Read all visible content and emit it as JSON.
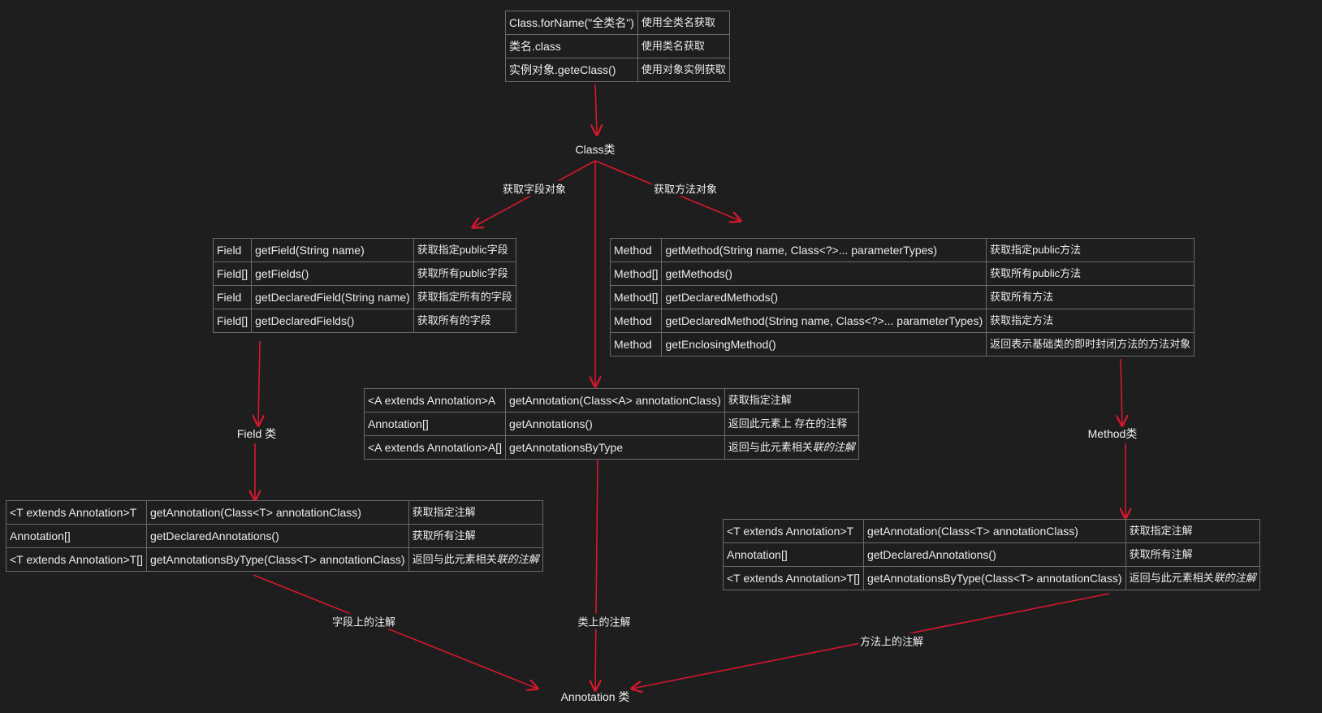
{
  "nodes": {
    "class": "Class类",
    "field": "Field 类",
    "method": "Method类",
    "annotation": "Annotation 类"
  },
  "edge_labels": {
    "get_fields": "获取字段对象",
    "get_methods": "获取方法对象",
    "field_annotations": "字段上的注解",
    "class_annotations": "类上的注解",
    "method_annotations": "方法上的注解"
  },
  "tables": {
    "class_sources": [
      [
        "Class.forName(\"全类名\")",
        "使用全类名获取"
      ],
      [
        "类名.class",
        "使用类名获取"
      ],
      [
        "实例对象.geteClass()",
        "使用对象实例获取"
      ]
    ],
    "field_methods": [
      [
        "Field",
        "getField(String name)",
        "获取指定public字段"
      ],
      [
        "Field[]",
        "getFields()",
        "获取所有public字段"
      ],
      [
        "Field",
        "getDeclaredField(String name)",
        "获取指定所有的字段"
      ],
      [
        "Field[]",
        "getDeclaredFields()",
        "获取所有的字段"
      ]
    ],
    "method_methods": [
      [
        "Method",
        "getMethod(String name, Class<?>... parameterTypes)",
        "获取指定public方法"
      ],
      [
        "Method[]",
        "getMethods()",
        "获取所有public方法"
      ],
      [
        "Method[]",
        "getDeclaredMethods()",
        "获取所有方法"
      ],
      [
        "Method",
        "getDeclaredMethod(String name, Class<?>... parameterTypes)",
        "获取指定方法"
      ],
      [
        "Method",
        "getEnclosingMethod()",
        "返回表示基础类的即时封闭方法的方法对象"
      ]
    ],
    "class_annotation_methods": [
      [
        "<A extends Annotation>A",
        "getAnnotation(Class<A> annotationClass)",
        "获取指定注解",
        ""
      ],
      [
        "Annotation[]",
        "getAnnotations()",
        "返回此元素上 存在的注释",
        ""
      ],
      [
        "<A extends Annotation>A[]",
        "getAnnotationsByType",
        "返回与此元素相关",
        "联的注解"
      ]
    ],
    "field_annotation_methods": [
      [
        "<T extends Annotation>T",
        "getAnnotation(Class<T> annotationClass)",
        "获取指定注解",
        ""
      ],
      [
        "Annotation[]",
        "getDeclaredAnnotations()",
        "获取所有注解",
        ""
      ],
      [
        "<T extends Annotation>T[]",
        "getAnnotationsByType(Class<T> annotationClass)",
        "返回与此元素相关",
        "联的注解"
      ]
    ],
    "method_annotation_methods": [
      [
        "<T extends Annotation>T",
        "getAnnotation(Class<T> annotationClass)",
        "获取指定注解",
        ""
      ],
      [
        "Annotation[]",
        "getDeclaredAnnotations()",
        "获取所有注解",
        ""
      ],
      [
        "<T extends Annotation>T[]",
        "getAnnotationsByType(Class<T> annotationClass)",
        "返回与此元素相关",
        "联的注解"
      ]
    ]
  },
  "colors": {
    "background": "#1e1e1e",
    "arrow": "#d6172e",
    "text": "#ececec",
    "table_border": "#6a6a6a"
  }
}
